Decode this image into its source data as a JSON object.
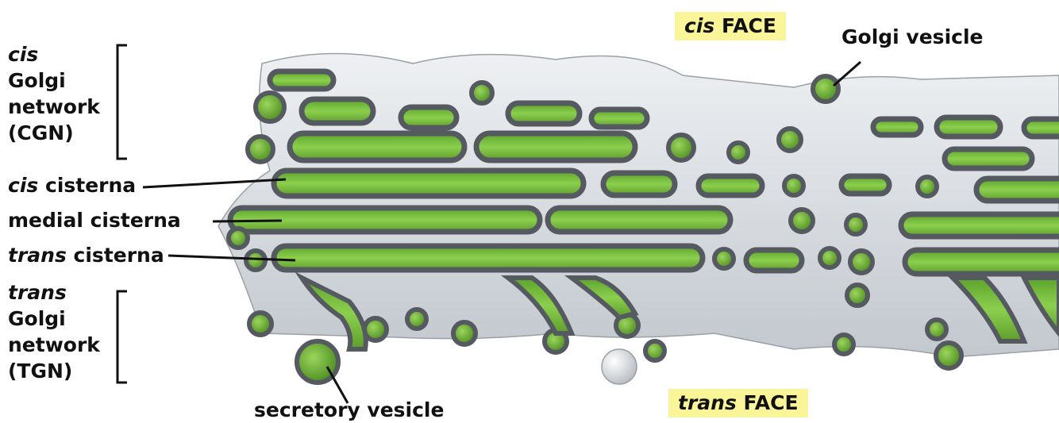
{
  "labels": {
    "cis_face_italic": "cis",
    "cis_face_rest": "FACE",
    "trans_face_italic": "trans",
    "trans_face_rest": "FACE",
    "golgi_vesicle": "Golgi vesicle",
    "secretory_vesicle": "secretory vesicle",
    "cgn": {
      "italic": "cis",
      "line2": "Golgi",
      "line3": "network",
      "line4": "(CGN)"
    },
    "tgn": {
      "italic": "trans",
      "line2": "Golgi",
      "line3": "network",
      "line4": "(TGN)"
    },
    "cis_cisterna_italic": "cis",
    "cis_cisterna_rest": "cisterna",
    "medial_cisterna": "medial cisterna",
    "trans_cisterna_italic": "trans",
    "trans_cisterna_rest": "cisterna"
  },
  "colors": {
    "membrane": "#d9dde2",
    "lumen": "#7cc242",
    "outline": "#555a60",
    "label_highlight": "#fbf59a"
  }
}
